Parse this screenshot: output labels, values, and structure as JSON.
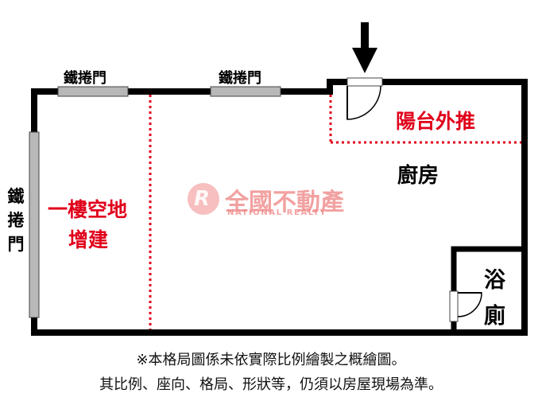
{
  "labels": {
    "shutter_door": "鐵捲門",
    "balcony": "陽台外推",
    "kitchen": "廚房",
    "bathroom_line1": "浴",
    "bathroom_line2": "廁",
    "first_floor_line1": "一樓空地",
    "first_floor_line2": "增建"
  },
  "watermark": {
    "brand_cn": "全國不動產",
    "brand_en": "NATIONAL REALTY",
    "logo_letter": "R"
  },
  "disclaimer": {
    "line1": "※本格局圖係未依實際比例繪製之概繪圖。",
    "line2": "其比例、座向、格局、形狀等，仍須以房屋現場為準。"
  },
  "colors": {
    "wall": "#000000",
    "red_label": "#e0001b",
    "door_fill": "#b8b8b8",
    "watermark": "#f08a8a"
  }
}
